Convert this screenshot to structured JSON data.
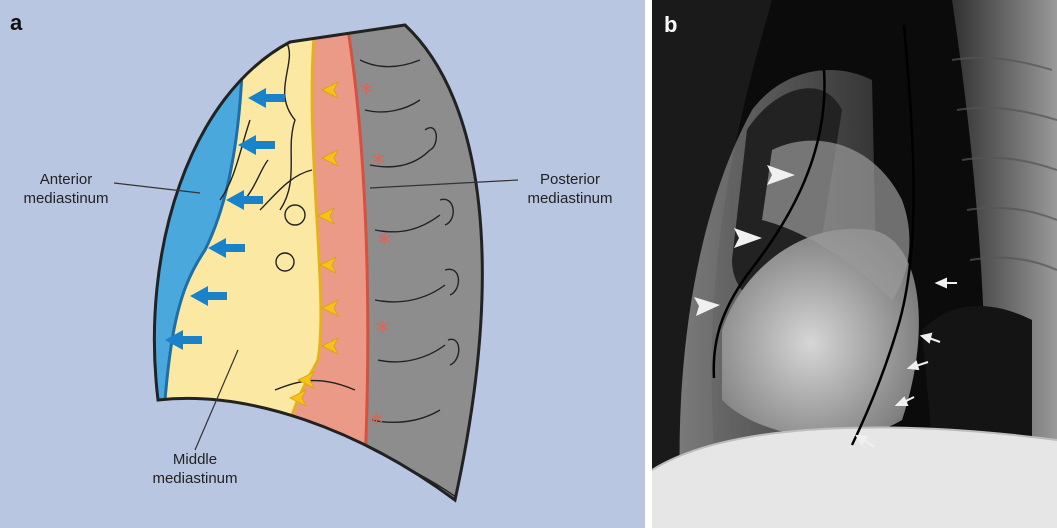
{
  "panel_a": {
    "letter": "a",
    "labels": {
      "anterior": [
        "Anterior",
        "mediastinum"
      ],
      "posterior": [
        "Posterior",
        "mediastinum"
      ],
      "middle": [
        "Middle",
        "mediastinum"
      ]
    },
    "colors": {
      "background": "#b8c6e2",
      "anterior": "#4aa8dc",
      "middle": "#fbe9a3",
      "posterior": "#ec9a88",
      "spine": "#8d8d8d",
      "arrow_blue": "#1a82c8",
      "arrowhead_yellow": "#f6c21a",
      "asterisk_red": "#e8604e"
    },
    "markers": {
      "blue_arrows": 6,
      "yellow_arrowheads": 8,
      "red_asterisks": 5,
      "asterisk_symbol": "*"
    }
  },
  "panel_b": {
    "letter": "b",
    "markers": {
      "white_arrowheads": 3,
      "white_arrows": 5
    }
  }
}
